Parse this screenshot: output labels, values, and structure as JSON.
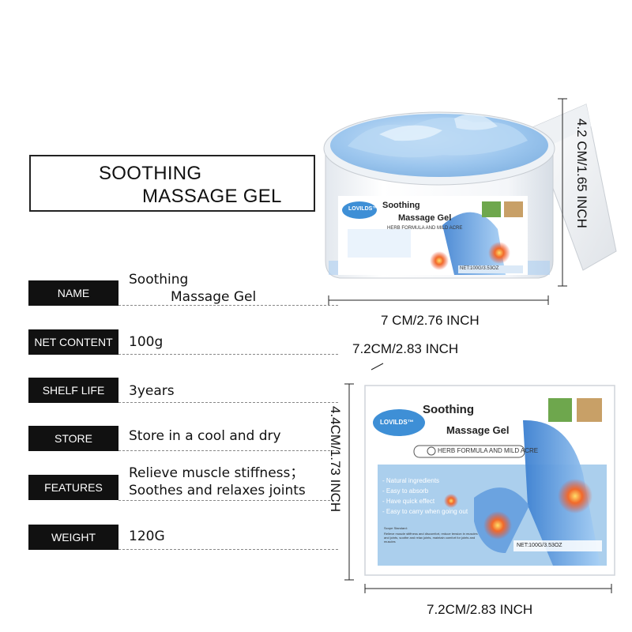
{
  "title": {
    "line1": "SOOTHING",
    "line2": "MASSAGE GEL"
  },
  "specs": [
    {
      "label": "NAME",
      "value_line1": "Soothing",
      "value_line2": "Massage Gel"
    },
    {
      "label": "NET  CONTENT",
      "value_line1": "100g"
    },
    {
      "label": "SHELF LIFE",
      "value_line1": "3years"
    },
    {
      "label": "STORE",
      "value_line1": "Store in a cool and dry"
    },
    {
      "label": "FEATURES",
      "value_line1": "Relieve muscle stiffness；",
      "value_line2": "Soothes and relaxes joints"
    },
    {
      "label": "WEIGHT",
      "value_line1": "120G"
    }
  ],
  "jar": {
    "label_brand": "LOVILDS™",
    "label_title1": "Soothing",
    "label_title2": "Massage Gel",
    "label_herb": "HERB FORMULA AND MILD ACRE",
    "label_net": "NET:100G/3.53OZ",
    "height_dim": "4.2 CM/1.65 INCH",
    "width_dim": "7 CM/2.76 INCH"
  },
  "box": {
    "brand": "LOVILDS™",
    "title1": "Soothing",
    "title2": "Massage Gel",
    "herb": "HERB FORMULA AND MILD ACRE",
    "bullets": [
      "- Natural ingredients",
      "- Easy to absorb",
      "- Have quick effect",
      "- Easy to carry when going out"
    ],
    "scope_title": "Scope Standard:",
    "scope_text": "Relieve muscle stiffness and discomfort, reduce tension in muscles and joints, soothe and relax joints, maintain comfort for joints and muscles",
    "net": "NET:100G/3.53OZ",
    "top_dim": "7.2CM/2.83 INCH",
    "height_dim": "4.4CM/1.73 INCH",
    "bottom_dim": "7.2CM/2.83 INCH"
  },
  "colors": {
    "gel_blue": "#a9cdf2",
    "label_blue": "#3e8fd6",
    "pain_red": "#e8452a",
    "dark_label": "#111111"
  }
}
